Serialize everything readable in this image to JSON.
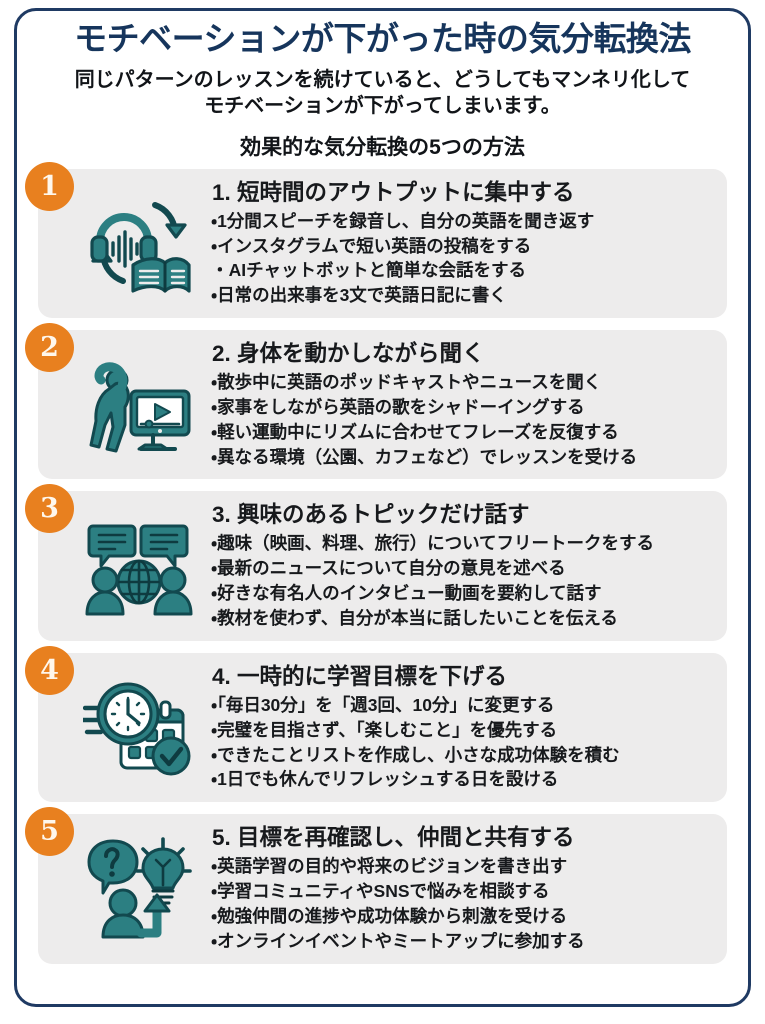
{
  "colors": {
    "frame_border": "#1F3A63",
    "title_navy": "#16355C",
    "badge_orange": "#E8801F",
    "icon_teal": "#2C7F82",
    "icon_outline": "#12494F",
    "card_bg": "#EDECEC",
    "text_dark": "#17191C"
  },
  "header": {
    "title": "モチベーションが下がった時の気分転換法",
    "subtitle_line1": "同じパターンのレッスンを続けていると、どうしてもマンネリ化して",
    "subtitle_line2": "モチベーションが下がってしまいます。",
    "section_lead": "効果的な気分転換の5つの方法"
  },
  "cards": [
    {
      "badge": "1",
      "icon": "headphones-book-icon",
      "title": "1. 短時間のアウトプットに集中する",
      "bullets": [
        "1分間スピーチを録音し、自分の英語を聞き返す",
        "インスタグラムで短い英語の投稿をする",
        "AIチャットボットと簡単な会話をする",
        "日常の出来事を3文で英語日記に書く"
      ]
    },
    {
      "badge": "2",
      "icon": "stretching-person-monitor-icon",
      "title": "2. 身体を動かしながら聞く",
      "bullets": [
        "散歩中に英語のポッドキャストやニュースを聞く",
        "家事をしながら英語の歌をシャドーイングする",
        "軽い運動中にリズムに合わせてフレーズを反復する",
        "異なる環境（公園、カフェなど）でレッスンを受ける"
      ]
    },
    {
      "badge": "3",
      "icon": "speech-bubbles-people-globe-icon",
      "title": "3. 興味のあるトピックだけ話す",
      "bullets": [
        "趣味（映画、料理、旅行）についてフリートークをする",
        "最新のニュースについて自分の意見を述べる",
        "好きな有名人のインタビュー動画を要約して話す",
        "教材を使わず、自分が本当に話したいことを伝える"
      ]
    },
    {
      "badge": "4",
      "icon": "clock-calendar-check-icon",
      "title": "4. 一時的に学習目標を下げる",
      "bullets": [
        "「毎日30分」を「週3回、10分」に変更する",
        "完璧を目指さず、「楽しむこと」を優先する",
        "できたことリストを作成し、小さな成功体験を積む",
        "1日でも休んでリフレッシュする日を設ける"
      ]
    },
    {
      "badge": "5",
      "icon": "question-lightbulb-person-arrow-icon",
      "title": "5. 目標を再確認し、仲間と共有する",
      "bullets": [
        "英語学習の目的や将来のビジョンを書き出す",
        "学習コミュニティやSNSで悩みを相談する",
        "勉強仲間の進捗や成功体験から刺激を受ける",
        "オンラインイベントやミートアップに参加する"
      ]
    }
  ]
}
